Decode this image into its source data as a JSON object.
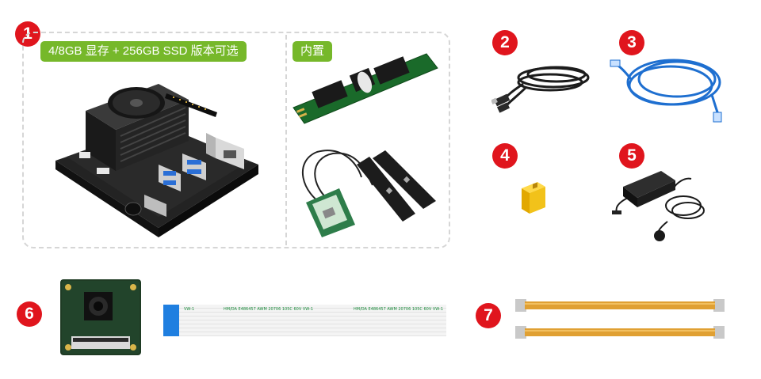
{
  "box_group": {
    "badge": "1",
    "tag_spec": "4/8GB 显存 + 256GB SSD 版本可选",
    "tag_builtin": "内置"
  },
  "items": [
    {
      "badge": "2",
      "icon": "usb-cable-icon"
    },
    {
      "badge": "3",
      "icon": "ethernet-cable-icon"
    },
    {
      "badge": "4",
      "icon": "jumper-cap-icon"
    },
    {
      "badge": "5",
      "icon": "power-adapter-icon"
    },
    {
      "badge": "6",
      "icon": "camera-module-icon"
    },
    {
      "badge": "7",
      "icon": "flex-cable-icon"
    }
  ],
  "ffc_print": {
    "left_text": "VW-1",
    "mid_text": "HM/DA E486457 AWM 20706 105C 60V VW-1"
  },
  "colors": {
    "badge_red": "#e0151d",
    "tag_green": "#76b82a",
    "board_black": "#1d1d1d",
    "cable_blue": "#1e6fd0",
    "flex_orange": "#d99a2b",
    "jumper_yellow": "#f2c21a",
    "module_green": "#3aa356"
  }
}
